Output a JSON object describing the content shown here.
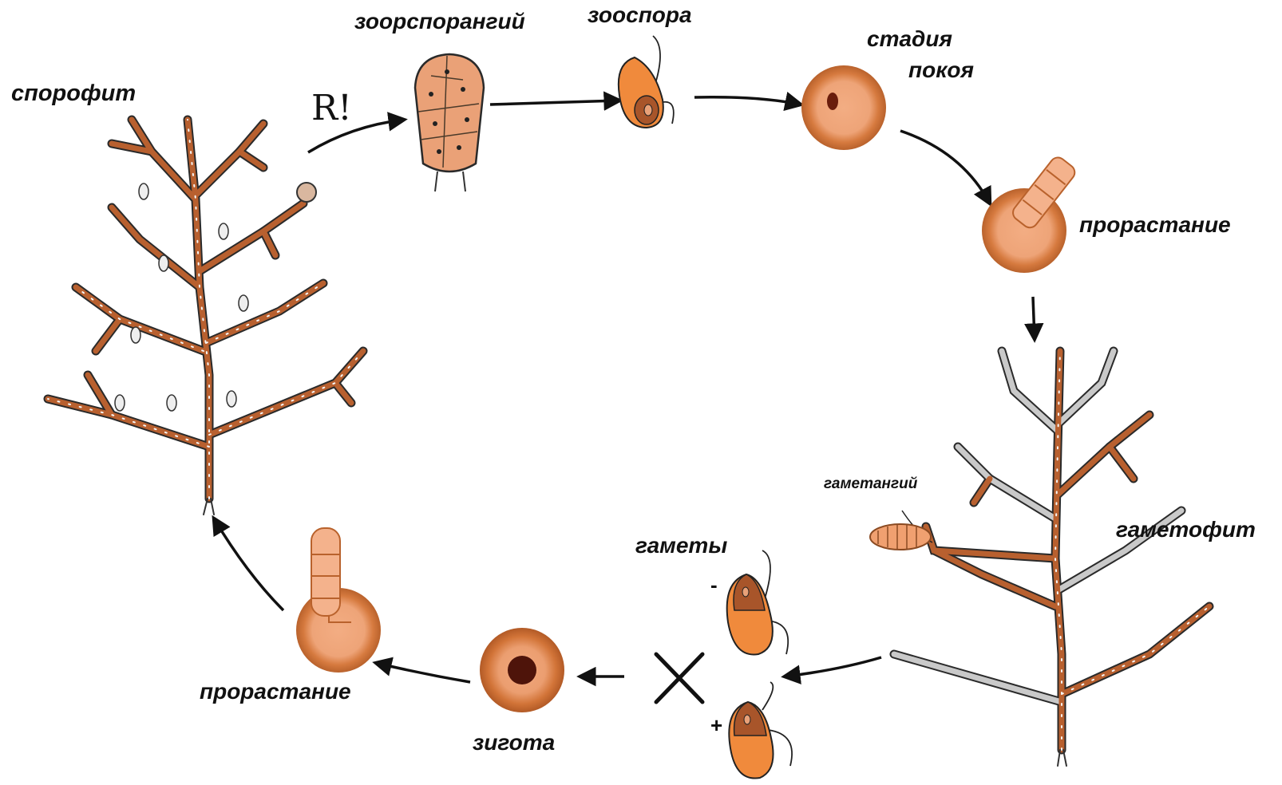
{
  "labels": {
    "sporophyte": "спорофит",
    "zoosporangium": "зоорспорангий",
    "zoospore": "зооспора",
    "rest_stage_line1": "стадия",
    "rest_stage_line2": "покоя",
    "germination_top": "прорастание",
    "gametophyte": "гаметофит",
    "gametangium": "гаметангий",
    "gametes": "гаметы",
    "zygote": "зигота",
    "germination_bottom": "прорастание",
    "reduction_symbol": "R!",
    "minus_sign": "-",
    "plus_sign": "+"
  },
  "colors": {
    "cell_fill": "#f08a3c",
    "cell_dark": "#a8552a",
    "halo_outer": "#c86a32",
    "halo_inner": "#efa77b",
    "branch": "#b8602f",
    "outline": "#2a2a2a",
    "arrow": "#111111",
    "pale_cell": "#e6e6e6"
  }
}
